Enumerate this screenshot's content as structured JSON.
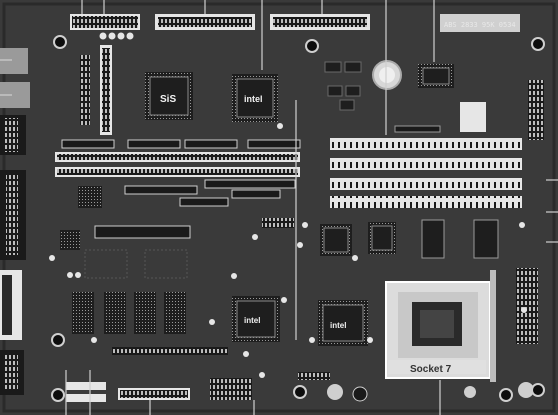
{
  "image": {
    "subject": "motherboard",
    "colors": {
      "pcb": "#3a3a3a",
      "pcb_dark": "#222222",
      "slot_white": "#e6e6e6",
      "slot_dark": "#1a1a1a",
      "chip_body": "#1e1e1e",
      "chip_light": "#8a8a8a",
      "silk": "#e8e8e8",
      "pointer": "#cfcfcf",
      "hole": "#0d0d0d"
    }
  },
  "labels": {
    "socket": "Socket 7",
    "serial": "ABS 2833 95K 0534",
    "chip_sis": "SiS",
    "chip_intel_a": "intel",
    "chip_intel_b": "intel",
    "chip_intel_c": "intel"
  }
}
